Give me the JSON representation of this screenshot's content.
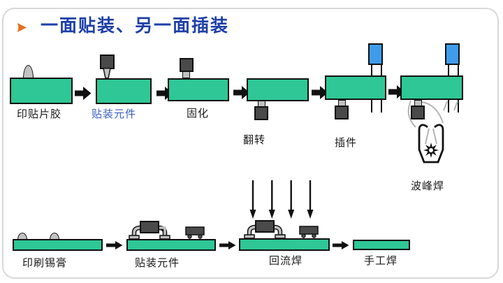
{
  "slide": {
    "title": "一面贴装、另一面插装"
  },
  "colors": {
    "title_text": "#1e3fa8",
    "bullet_orange": "#e2711f",
    "board_green": "#2ec795",
    "outline_black": "#111111",
    "component_dark_gray": "#4a4a4a",
    "component_light_gray": "#c2c2c2",
    "capacitor_blue": "#3f9ceb",
    "label_black": "#1a1a1a",
    "label_blue": "#3a5dc0",
    "frame_gray": "#d8d8d8"
  },
  "top_row": {
    "steps": [
      {
        "label": "印贴片胶"
      },
      {
        "label": "贴装元件"
      },
      {
        "label": "固化"
      },
      {
        "label": "翻转"
      },
      {
        "label": "插件"
      },
      {
        "label": "波峰焊"
      }
    ]
  },
  "bottom_row": {
    "steps": [
      {
        "label": "印刷锡膏"
      },
      {
        "label": "贴装元件"
      },
      {
        "label": "回流焊"
      },
      {
        "label": "手工焊"
      }
    ]
  }
}
